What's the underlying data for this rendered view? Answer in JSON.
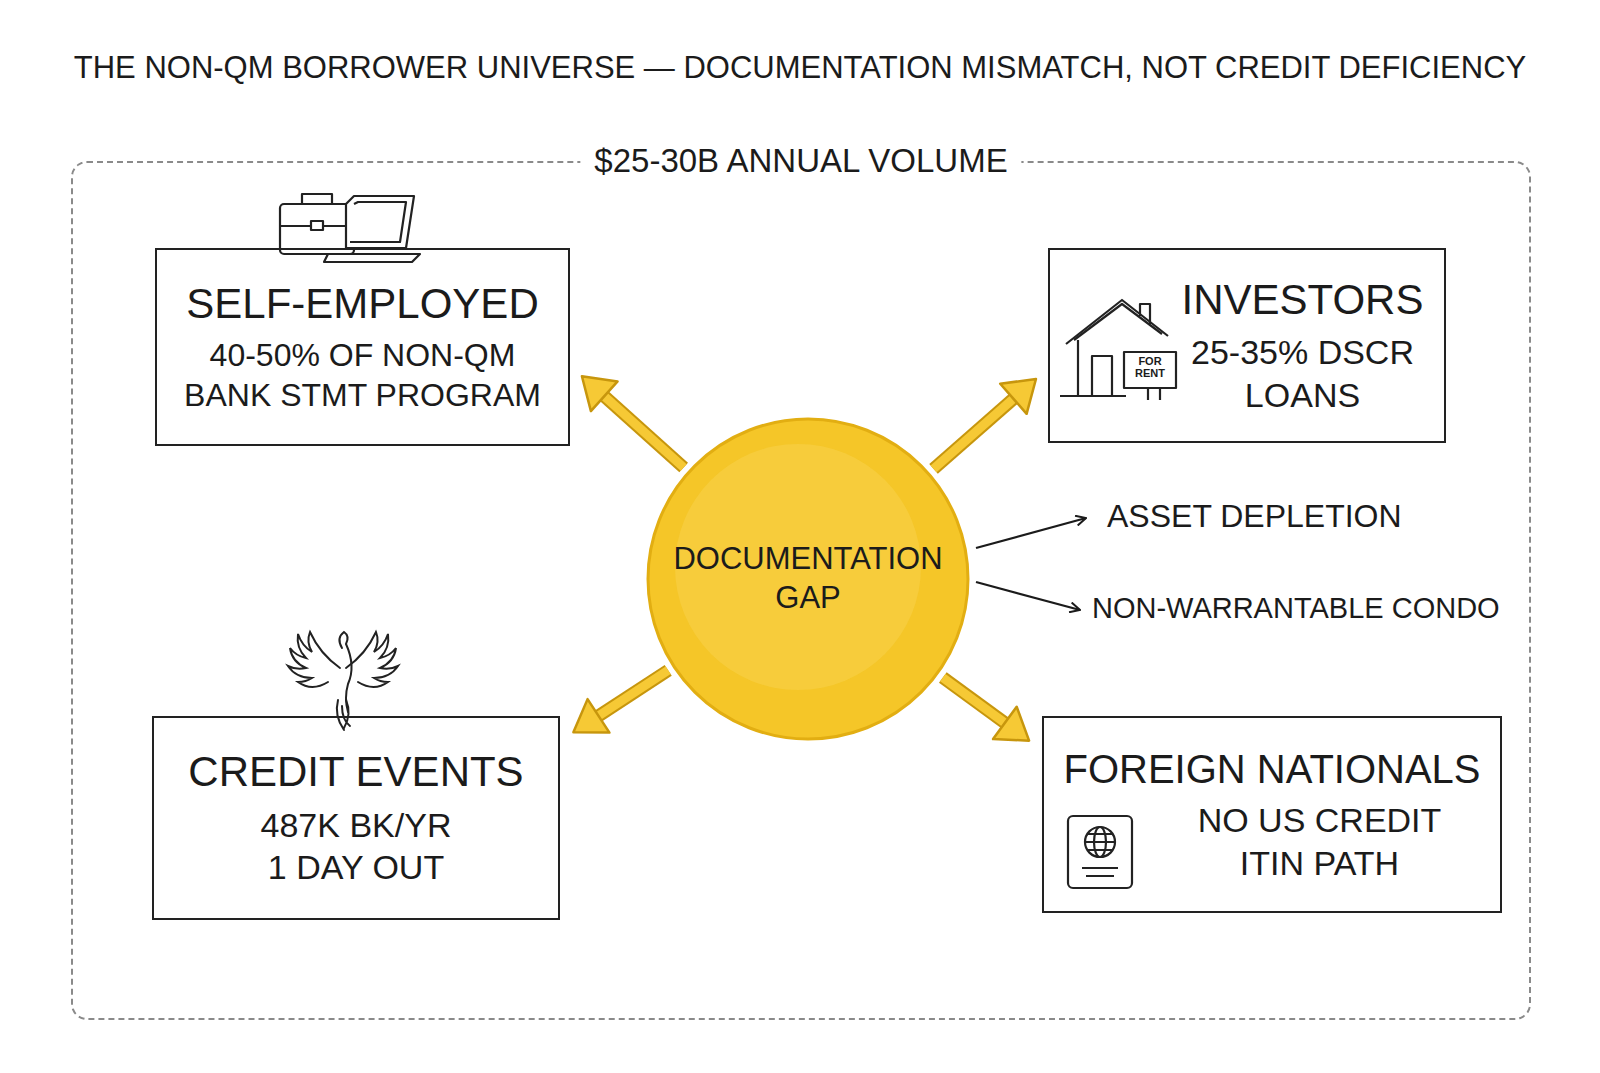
{
  "diagram": {
    "title": "THE NON-QM BORROWER UNIVERSE — DOCUMENTATION MISMATCH, NOT CREDIT DEFICIENCY",
    "nodes": [
      {
        "text": [
          "$25-30B ANNUAL VOLUME"
        ]
      },
      {
        "text": [
          "SELF-EMPLOYED",
          "40-50% OF NON-QM BANK STMT PROGRAM"
        ],
        "in": 0
      },
      {
        "text": [
          "INVESTORS",
          "25-35% DSCR LOANS"
        ],
        "in": 0
      },
      {
        "text": [
          "DOCUMENTATION GAP"
        ],
        "in": 0
      },
      {
        "text": [
          "CREDIT EVENTS",
          "487K BK/YR 1 DAY OUT"
        ],
        "in": 0
      },
      {
        "text": [
          "FOREIGN NATIONALS",
          "NO US CREDIT ITIN PATH"
        ],
        "in": 0
      }
    ],
    "edges": [
      {
        "from": 3,
        "to": 1,
        "arrow": "to"
      },
      {
        "from": 3,
        "to": 2,
        "arrow": "to"
      },
      {
        "from": 3,
        "to": 4,
        "arrow": "to"
      },
      {
        "from": 3,
        "to": 5,
        "arrow": "to"
      }
    ],
    "labels": [
      "ASSET DEPLETION",
      "NON-WARRANTABLE CONDO",
      "FOR RENT"
    ]
  }
}
